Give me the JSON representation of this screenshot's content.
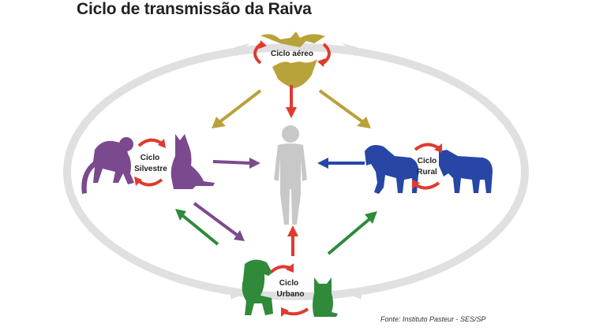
{
  "title": "Ciclo de transmissão da Raiva",
  "source": "Fonte: Instituto Pasteur - SES/SP",
  "cycles": {
    "aereo": {
      "line1": "Ciclo aéreo"
    },
    "silvestre": {
      "line1": "Ciclo",
      "line2": "Silvestre"
    },
    "rural": {
      "line1": "Ciclo",
      "line2": "Rural"
    },
    "urbano": {
      "line1": "Ciclo",
      "line2": "Urbano"
    }
  },
  "colors": {
    "aereo": "#b8a23a",
    "silvestre": "#7b4a8e",
    "rural": "#2746a6",
    "urbano": "#2f8a3a",
    "human": "#c8c8c8",
    "red": "#e03a2e",
    "ellipse": "#e0e0e0"
  },
  "icons": [
    "bat-icon",
    "monkey-icon",
    "fox-icon",
    "horse-icon",
    "cow-icon",
    "dog-icon",
    "cat-icon",
    "human-icon"
  ]
}
